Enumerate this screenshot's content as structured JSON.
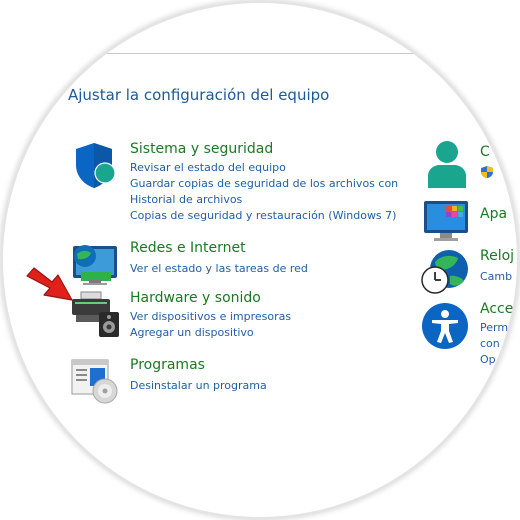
{
  "panel": {
    "heading": "Ajustar la configuración del equipo",
    "categories": [
      {
        "title": "Sistema y seguridad",
        "icon": "shield-icon",
        "links": [
          "Revisar el estado del equipo",
          "Guardar copias de seguridad de los archivos con",
          "Historial de archivos",
          "Copias de seguridad y restauración (Windows 7)"
        ]
      },
      {
        "title": "Redes e Internet",
        "icon": "network-globe-icon",
        "links": [
          "Ver el estado y las tareas de red"
        ]
      },
      {
        "title": "Hardware y sonido",
        "icon": "printer-speaker-icon",
        "links": [
          "Ver dispositivos e impresoras",
          "Agregar un dispositivo"
        ]
      },
      {
        "title": "Programas",
        "icon": "programs-disc-icon",
        "links": [
          "Desinstalar un programa"
        ]
      }
    ],
    "right_categories": [
      {
        "title": "C",
        "icon": "user-accounts-icon",
        "links": []
      },
      {
        "title": "Apa",
        "icon": "appearance-monitor-icon",
        "links": []
      },
      {
        "title": "Reloj",
        "icon": "clock-globe-icon",
        "links": [
          "Camb"
        ]
      },
      {
        "title": "Acce",
        "icon": "accessibility-icon",
        "links": [
          "Perm",
          "con",
          "Op"
        ]
      }
    ]
  },
  "colors": {
    "heading": "#1c5a9a",
    "category_title": "#1a7a22",
    "link": "#1f5fa8",
    "arrow": "#e0201b",
    "accent_blue": "#0a66c2",
    "accent_teal": "#1aa58f"
  }
}
